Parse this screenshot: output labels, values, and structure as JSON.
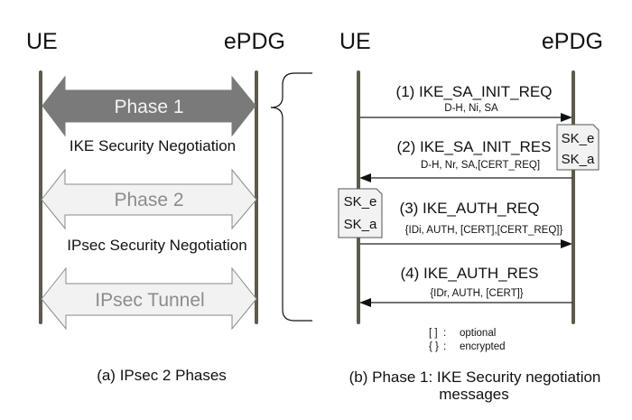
{
  "colors": {
    "lifeline": "#5f5a4a",
    "phase1_fill": "#7a7a7a",
    "phase1_text": "#f2f2f2",
    "light_fill": "#f2f2f2",
    "light_stroke": "#8a8a8a",
    "light_text": "#8c8c8c"
  },
  "panel_a": {
    "participants": {
      "left": "UE",
      "right": "ePDG"
    },
    "arrows": [
      {
        "label": "Phase 1",
        "style": "dark",
        "direction": "bidirectional"
      },
      {
        "label": "Phase 2",
        "style": "light",
        "direction": "bidirectional"
      },
      {
        "label": "IPsec Tunnel",
        "style": "light",
        "direction": "bidirectional"
      }
    ],
    "notes": [
      "IKE Security Negotiation",
      "IPsec Security Negotiation"
    ],
    "caption": "(a) IPsec 2 Phases"
  },
  "panel_b": {
    "participants": {
      "left": "UE",
      "right": "ePDG"
    },
    "messages": [
      {
        "title": "(1) IKE_SA_INIT_REQ",
        "payload": "D-H, Ni, SA",
        "direction": "UE → ePDG"
      },
      {
        "title": "(2) IKE_SA_INIT_RES",
        "payload": "D-H, Nr, SA,[CERT_REQ]",
        "direction": "ePDG → UE"
      },
      {
        "title": "(3) IKE_AUTH_REQ",
        "payload": "{IDi, AUTH, [CERT],[CERT_REQ]}",
        "direction": "UE → ePDG"
      },
      {
        "title": "(4) IKE_AUTH_RES",
        "payload": "{IDr, AUTH, [CERT]}",
        "direction": "ePDG → UE"
      }
    ],
    "key_boxes": [
      {
        "side": "ePDG",
        "lines": [
          "SK_e",
          "SK_a"
        ]
      },
      {
        "side": "UE",
        "lines": [
          "SK_e",
          "SK_a"
        ]
      }
    ],
    "legend": [
      {
        "symbol": "[ ]",
        "separator": ":",
        "meaning": "optional"
      },
      {
        "symbol": "{ }",
        "separator": ":",
        "meaning": "encrypted"
      }
    ],
    "caption": [
      "(b) Phase 1: IKE Security negotiation",
      "messages"
    ]
  }
}
